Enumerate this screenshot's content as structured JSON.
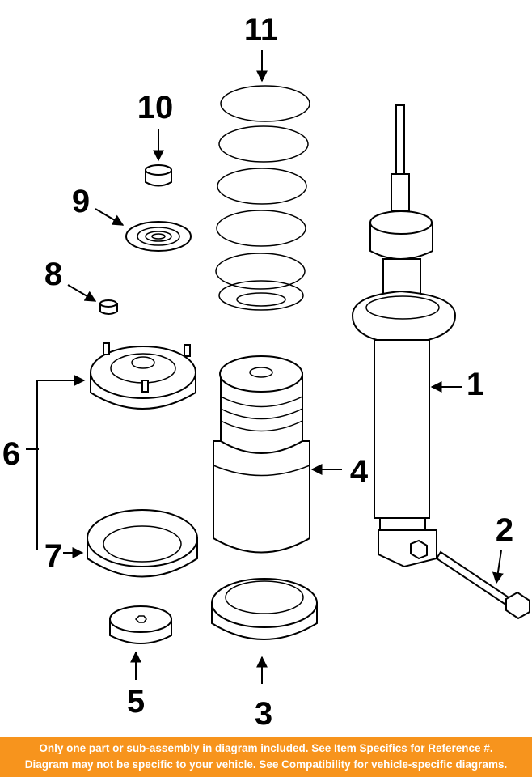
{
  "callouts": {
    "c1": "1",
    "c2": "2",
    "c3": "3",
    "c4": "4",
    "c5": "5",
    "c6": "6",
    "c7": "7",
    "c8": "8",
    "c9": "9",
    "c10": "10",
    "c11": "11"
  },
  "footer": {
    "line1": "Only one part or sub-assembly in diagram included. See Item Specifics for Reference #.",
    "line2": "Diagram may not be specific to your vehicle. See Compatibility for vehicle-specific diagrams."
  },
  "colors": {
    "footer_bg": "#f7941d",
    "footer_text": "#ffffff",
    "line": "#000000"
  }
}
